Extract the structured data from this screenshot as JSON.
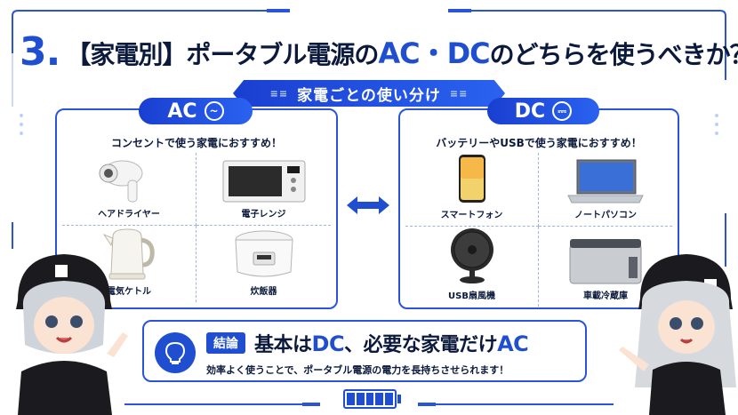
{
  "title": {
    "number": "3",
    "dot": ".",
    "prefix": "【家電別】ポータブル電源の",
    "ac_dc": "AC・DC",
    "suffix": "のどちらを使うべきか？"
  },
  "banner": {
    "label": "家電ごとの使い分け"
  },
  "ac_panel": {
    "tag": "AC",
    "tag_icon": "~",
    "subtitle": "コンセントで使う家電におすすめ！",
    "items": [
      {
        "label": "ヘアドライヤー",
        "icon": "hair-dryer-icon"
      },
      {
        "label": "電子レンジ",
        "icon": "microwave-icon"
      },
      {
        "label": "電気ケトル",
        "icon": "kettle-icon"
      },
      {
        "label": "炊飯器",
        "icon": "rice-cooker-icon"
      }
    ]
  },
  "dc_panel": {
    "tag": "DC",
    "tag_icon": "⎓",
    "subtitle": "バッテリーやUSBで使う家電におすすめ！",
    "items": [
      {
        "label": "スマートフォン",
        "icon": "smartphone-icon"
      },
      {
        "label": "ノートパソコン",
        "icon": "laptop-icon"
      },
      {
        "label": "USB扇風機",
        "icon": "usb-fan-icon"
      },
      {
        "label": "車載冷蔵庫",
        "icon": "car-fridge-icon"
      }
    ]
  },
  "conclusion": {
    "badge": "結論",
    "main_a": "基本は",
    "main_dc": "DC",
    "main_b": "、必要な家電だけ",
    "main_ac": "AC",
    "sub": "効率よく使うことで、ポータブル電源の電力を長持ちさせられます！"
  },
  "colors": {
    "accent": "#1f4fd0",
    "text": "#0b1a3c",
    "border": "#2a55d9"
  }
}
